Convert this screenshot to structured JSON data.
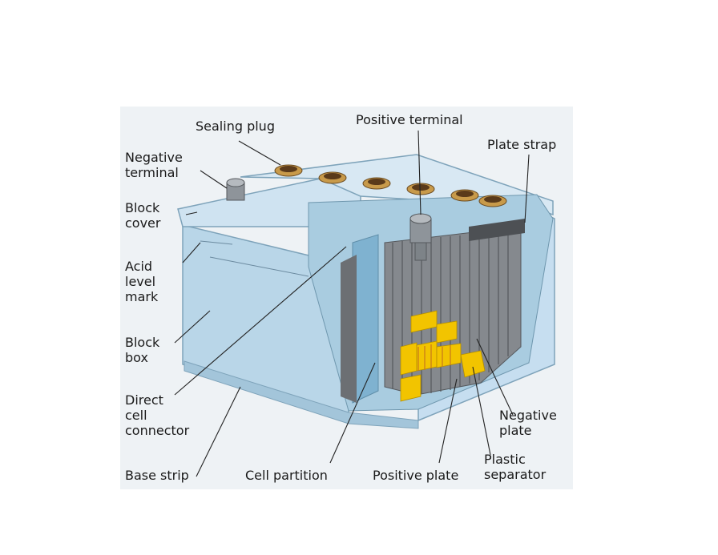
{
  "labels": {
    "sealing_plug": "Sealing plug",
    "positive_terminal": "Positive terminal",
    "plate_strap": "Plate strap",
    "negative_terminal": "Negative\nterminal",
    "block_cover": "Block\ncover",
    "acid_level_mark": "Acid\nlevel\nmark",
    "block_box": "Block\nbox",
    "direct_cell_connector": "Direct\ncell\nconnector",
    "base_strip": "Base strip",
    "cell_partition": "Cell partition",
    "positive_plate": "Positive plate",
    "negative_plate": "Negative\nplate",
    "plastic_separator": "Plastic\nseparator"
  },
  "colors": {
    "casing": "#b9d6e8",
    "casing_dark": "#8fb4cb",
    "cutaway": "#a9cce0",
    "plates": "#6c6f73",
    "plates_light": "#9a9ea3",
    "separator": "#f2c400",
    "terminal": "#8e949a",
    "plug": "#c89a4a",
    "leader": "#222222"
  }
}
